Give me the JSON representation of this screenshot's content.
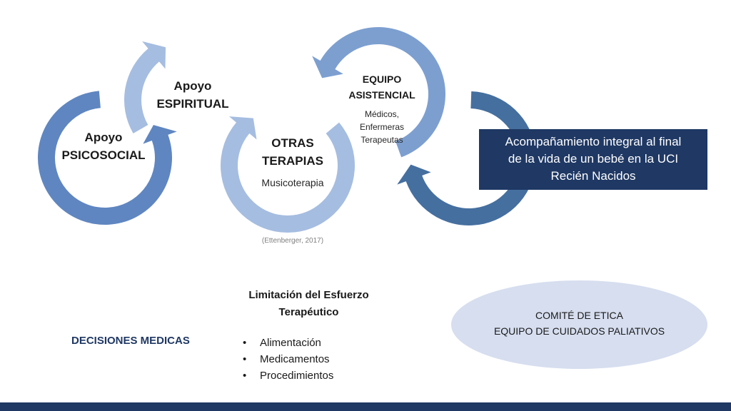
{
  "colors": {
    "ring_light": "#a5bde0",
    "ring_mid": "#7d9fd0",
    "ring_blue": "#5f86c0",
    "ring_dark": "#456f9f",
    "navy": "#1f3864",
    "ellipse_fill": "#d6deef"
  },
  "cycles": {
    "apoyo_psicosocial": [
      "Apoyo",
      "PSICOSOCIAL"
    ],
    "apoyo_espiritual": [
      "Apoyo",
      "ESPIRITUAL"
    ],
    "otras_terapias": [
      "OTRAS",
      "TERAPIAS"
    ],
    "otras_terapias_sub": "Musicoterapia",
    "equipo_asistencial": [
      "EQUIPO",
      "ASISTENCIAL"
    ],
    "equipo_asistencial_sub": [
      "Médicos,",
      "Enfermeras",
      "Terapeutas"
    ]
  },
  "citation": "(Ettenberger, 2017)",
  "acompanamiento": [
    "Acompañamiento integral al final",
    "de la vida de un bebé en la UCI",
    "Recién Nacidos"
  ],
  "limitacion": {
    "title": [
      "Limitación del Esfuerzo",
      "Terapéutico"
    ],
    "items": [
      "Alimentación",
      "Medicamentos",
      "Procedimientos"
    ]
  },
  "decisiones": "DECISIONES MEDICAS",
  "comite": [
    "COMITÉ DE ETICA",
    "EQUIPO DE CUIDADOS PALIATIVOS"
  ]
}
